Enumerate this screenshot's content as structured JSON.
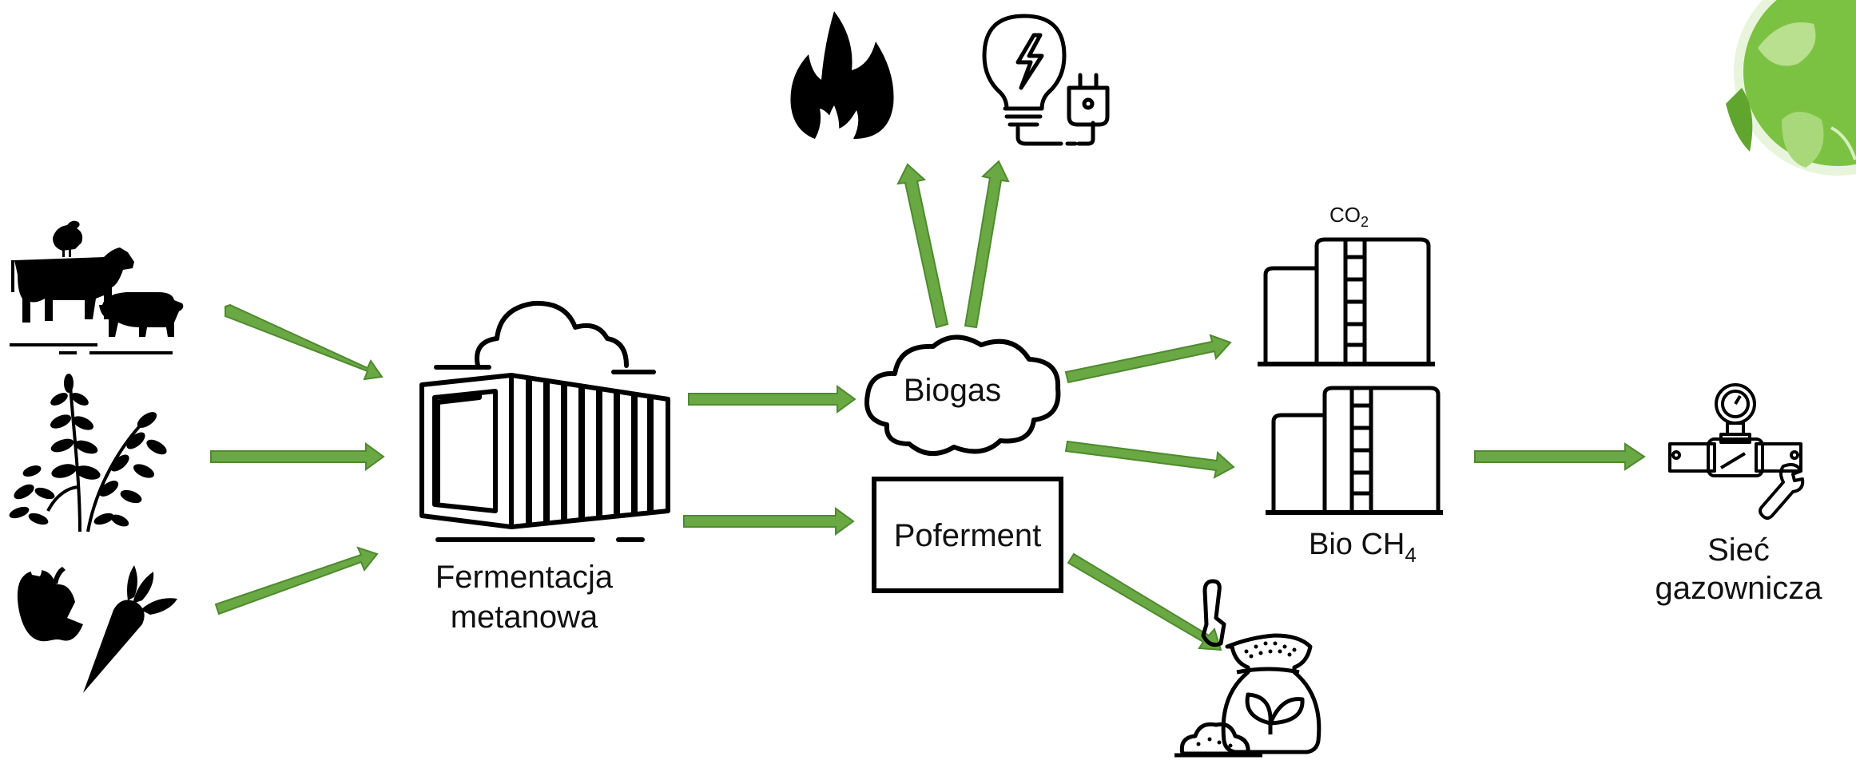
{
  "labels": {
    "fermentation_line1": "Fermentacja",
    "fermentation_line2": "metanowa",
    "biogas": "Biogas",
    "digestate": "Poferment",
    "co2_main": "CO",
    "co2_sub": "2",
    "biomethane_main": "Bio CH",
    "biomethane_sub": "4",
    "gas_grid_line1": "Sieć",
    "gas_grid_line2": "gazownicza"
  },
  "colors": {
    "arrow_fill": "#6aa843",
    "arrow_stroke": "#4e8a2e",
    "icon": "#000000",
    "globe": "#7cc242"
  },
  "icons": [
    "livestock-icon",
    "plants-icon",
    "fruit-vegetable-icon",
    "container-tank-icon",
    "flame-icon",
    "lightbulb-plug-icon",
    "co2-storage-tank-icon",
    "biomethane-storage-tank-icon",
    "fertilizer-bag-icon",
    "gas-pipe-valve-icon",
    "green-globe-icon"
  ]
}
